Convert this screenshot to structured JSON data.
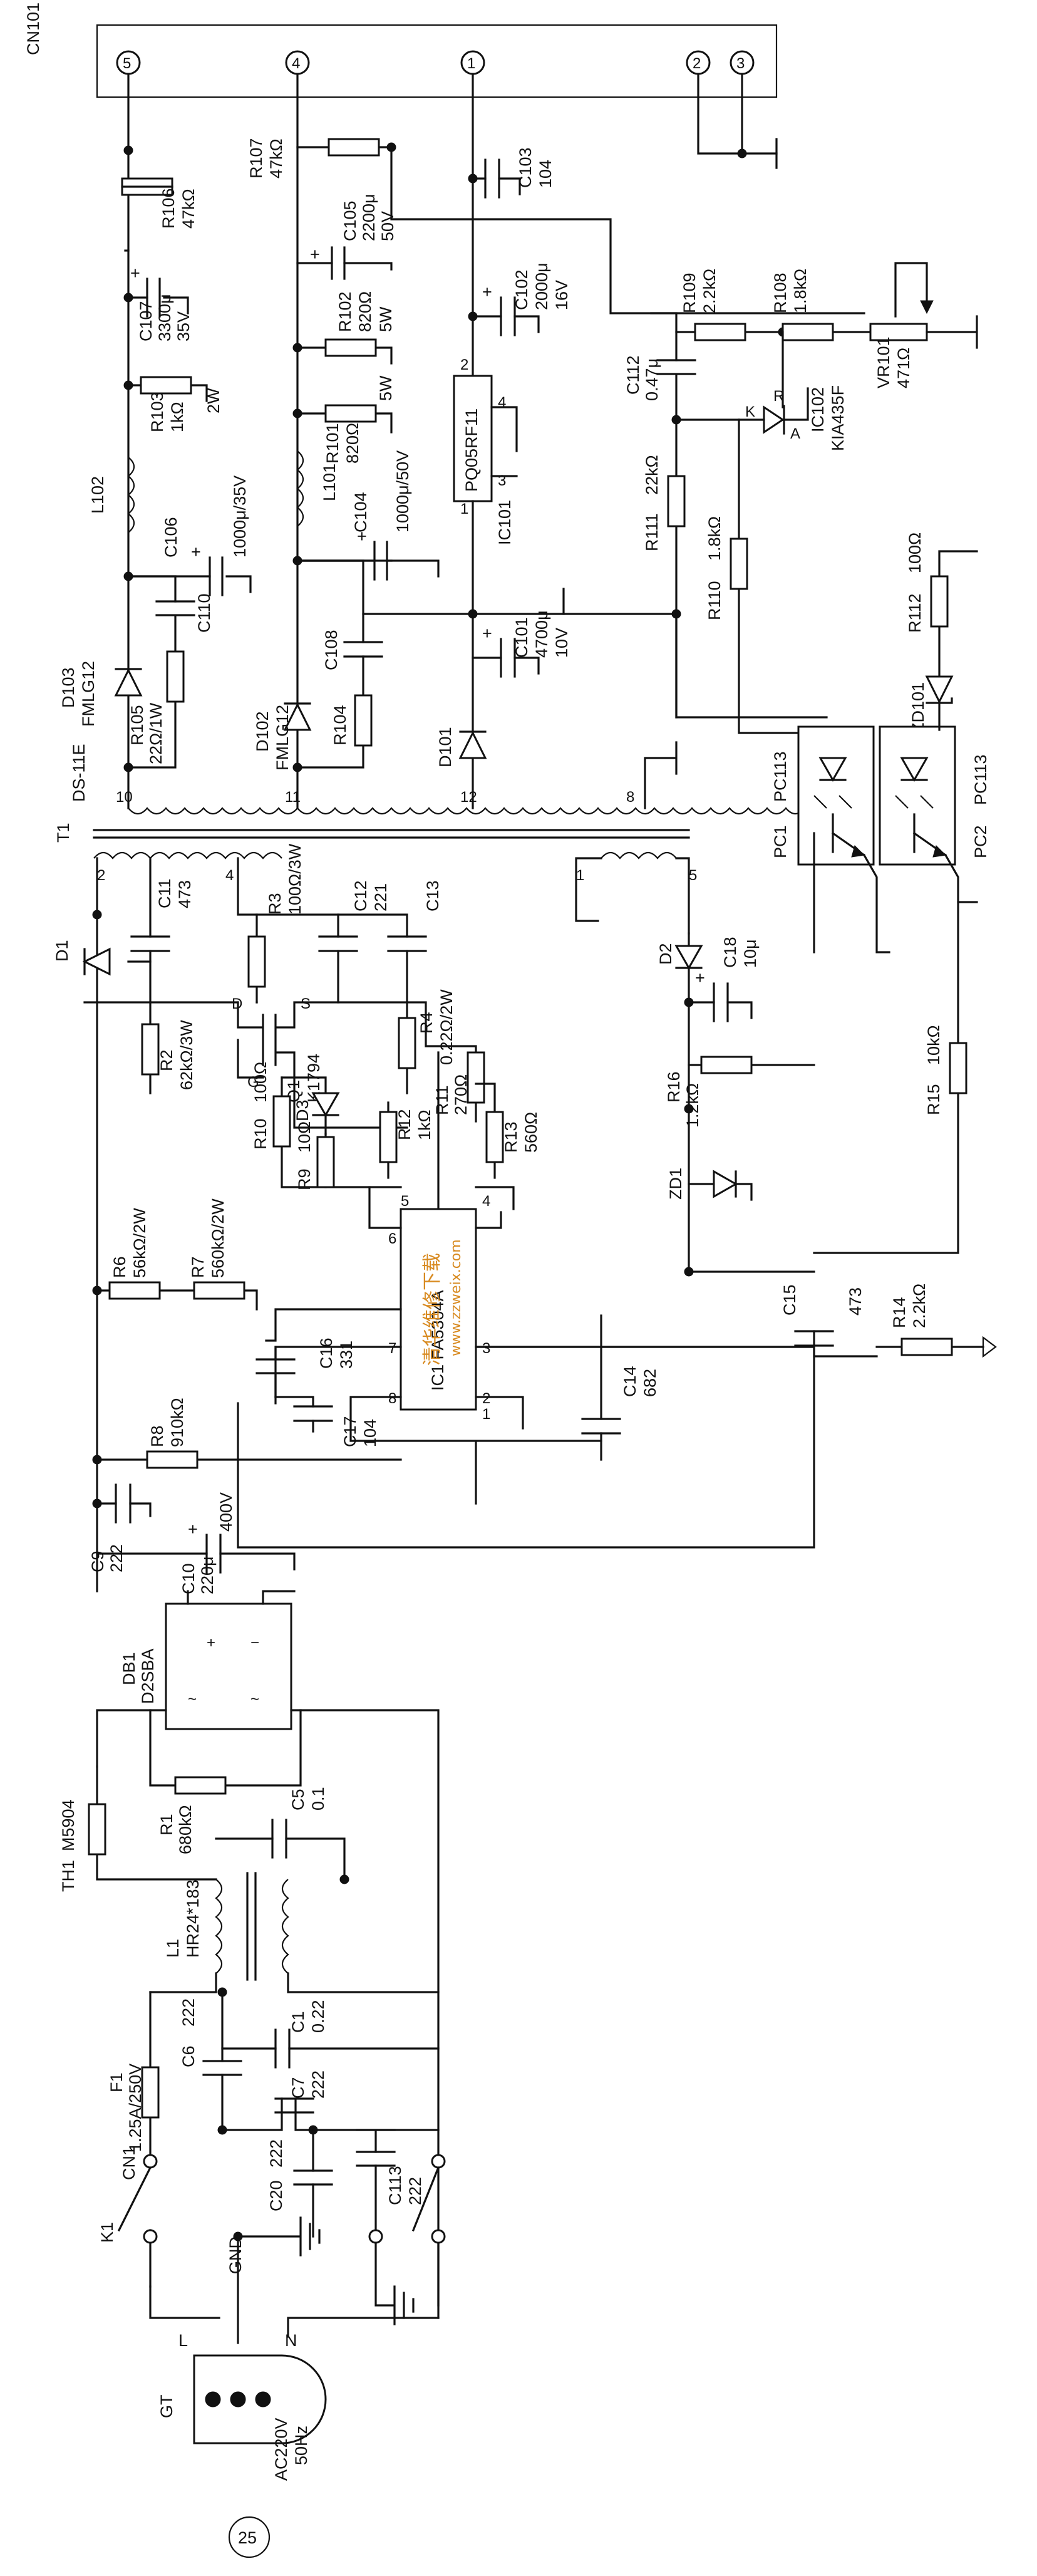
{
  "connector": {
    "name": "CN101",
    "pins": [
      "5",
      "4",
      "1",
      "2",
      "3"
    ]
  },
  "secondary": {
    "R106": [
      "R106",
      "47kΩ"
    ],
    "R107": [
      "R107",
      "47kΩ"
    ],
    "C107": [
      "C107",
      "3300μ",
      "35V"
    ],
    "R103": [
      "R103",
      "1kΩ",
      "2W"
    ],
    "L102": "L102",
    "C106": [
      "C106",
      "1000μ/35V"
    ],
    "C110": "C110",
    "D103": [
      "D103",
      "FMLG12"
    ],
    "R105": [
      "R105",
      "22Ω/1W"
    ],
    "C105": [
      "C105",
      "2200μ",
      "50V"
    ],
    "R102": [
      "R102",
      "820Ω",
      "5W"
    ],
    "R101": [
      "R101",
      "820Ω",
      "5W"
    ],
    "L101": "L101",
    "C104": [
      "C104",
      "1000μ/50V"
    ],
    "D102": [
      "D102",
      "FMLG12"
    ],
    "C108": "C108",
    "R104": "R104",
    "C103": [
      "C103",
      "104"
    ],
    "C102": [
      "C102",
      "2000μ",
      "16V"
    ],
    "IC101": [
      "PQ05RF11",
      "IC101"
    ],
    "IC101_pins": [
      "2",
      "4",
      "3",
      "1"
    ],
    "C101": [
      "C101",
      "4700μ",
      "10V"
    ],
    "D101": "D101",
    "R109": [
      "R109",
      "2.2kΩ"
    ],
    "R108": [
      "R108",
      "1.8kΩ"
    ],
    "VR101": [
      "VR101",
      "471Ω"
    ],
    "C112": [
      "C112",
      "0.47μ"
    ],
    "IC102": [
      "IC102",
      "KIA435F"
    ],
    "IC102_pins": [
      "K",
      "R",
      "A"
    ],
    "R111": [
      "R111",
      "22kΩ"
    ],
    "R110": [
      "R110",
      "1.8kΩ"
    ],
    "R112": [
      "R112",
      "100Ω"
    ],
    "ZD101": "ZD101"
  },
  "transformer": {
    "T1": "T1",
    "model": "DS-11E",
    "pins": [
      "10",
      "11",
      "12",
      "8",
      "2",
      "4",
      "1",
      "5"
    ]
  },
  "optocouplers": {
    "PC1": [
      "PC1",
      "PC113"
    ],
    "PC2": [
      "PC2",
      "PC113"
    ]
  },
  "primary": {
    "D1": "D1",
    "C11": [
      "C11",
      "473"
    ],
    "R3": [
      "R3",
      "100Ω/3W"
    ],
    "C12": [
      "C12",
      "221"
    ],
    "C13": "C13",
    "R2": [
      "R2",
      "62kΩ/3W"
    ],
    "Q1": [
      "Q1",
      "K1794"
    ],
    "Q1_pins": [
      "D",
      "S",
      "G"
    ],
    "R4": [
      "R4",
      "0.22Ω/2W"
    ],
    "R11": [
      "R11",
      "270Ω"
    ],
    "R10": [
      "R10",
      "100Ω"
    ],
    "D3": "D3",
    "R9": [
      "R9",
      "10Ω"
    ],
    "R12": [
      "R12",
      "1kΩ"
    ],
    "R13": [
      "R13",
      "560Ω"
    ],
    "D2": "D2",
    "C18": [
      "C18",
      "10μ"
    ],
    "R16": [
      "R16",
      "1.2kΩ"
    ],
    "ZD1": "ZD1",
    "R15": [
      "R15",
      "10kΩ"
    ],
    "R6": [
      "R6",
      "56kΩ/2W"
    ],
    "R7": [
      "R7",
      "560kΩ/2W"
    ],
    "IC1": "IC1 FA5304A",
    "IC1_pins": [
      "6",
      "5",
      "4",
      "7",
      "8",
      "3",
      "2",
      "1"
    ],
    "C16": [
      "C16",
      "331"
    ],
    "C17": [
      "C17",
      "104"
    ],
    "C14": [
      "C14",
      "682"
    ],
    "C15": [
      "C15",
      "473"
    ],
    "R14": [
      "R14",
      "2.2kΩ"
    ],
    "R8": [
      "R8",
      "910kΩ"
    ],
    "C9": [
      "C9",
      "222"
    ],
    "C10": [
      "C10",
      "220μ",
      "400V"
    ]
  },
  "input": {
    "DB1": [
      "DB1",
      "D2SBA"
    ],
    "R1": [
      "R1",
      "680kΩ"
    ],
    "TH1": [
      "TH1",
      "M5904"
    ],
    "C5": [
      "C5",
      "0.1"
    ],
    "L1": [
      "L1",
      "HR24*183"
    ],
    "C6": [
      "C6",
      "222"
    ],
    "C1": [
      "C1",
      "0.22"
    ],
    "C7": [
      "C7",
      "222"
    ],
    "C20": [
      "C20",
      "222"
    ],
    "C113": [
      "C113",
      "222"
    ],
    "F1": [
      "F1",
      "1.25A/250V"
    ],
    "CN1": "CN1",
    "K1": "K1",
    "GND": "GND",
    "GT": "GT",
    "L": "L",
    "N": "N",
    "AC": [
      "AC220V",
      "50Hz"
    ]
  },
  "watermark": [
    "清华维修下载",
    "www.zzweix.com"
  ],
  "page_number": "25"
}
